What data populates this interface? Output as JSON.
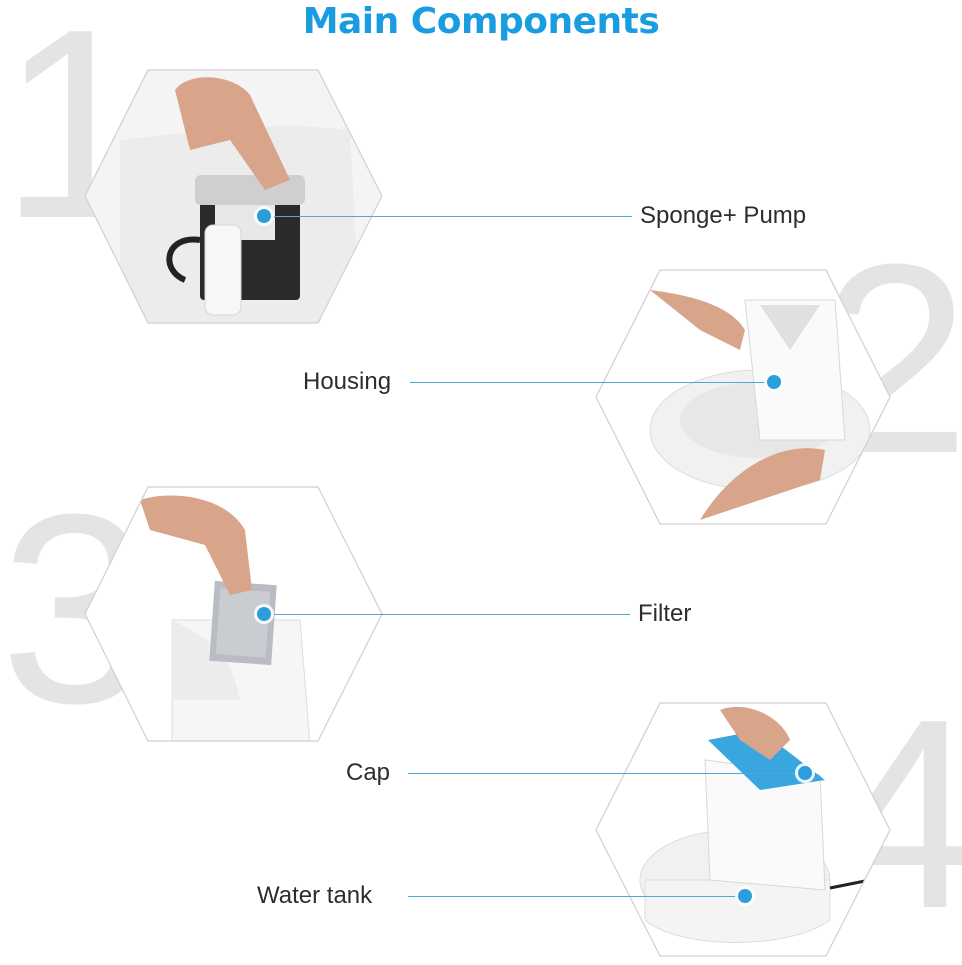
{
  "title": "Main Components",
  "colors": {
    "accent": "#1a9ce0",
    "line": "#4fa8d8",
    "numeral": "#e4e4e4"
  },
  "steps": [
    {
      "number": "1",
      "label": "Sponge+ Pump"
    },
    {
      "number": "2",
      "label": "Housing"
    },
    {
      "number": "3",
      "label": "Filter"
    },
    {
      "number": "4",
      "labels": [
        "Cap",
        "Water tank"
      ]
    }
  ]
}
